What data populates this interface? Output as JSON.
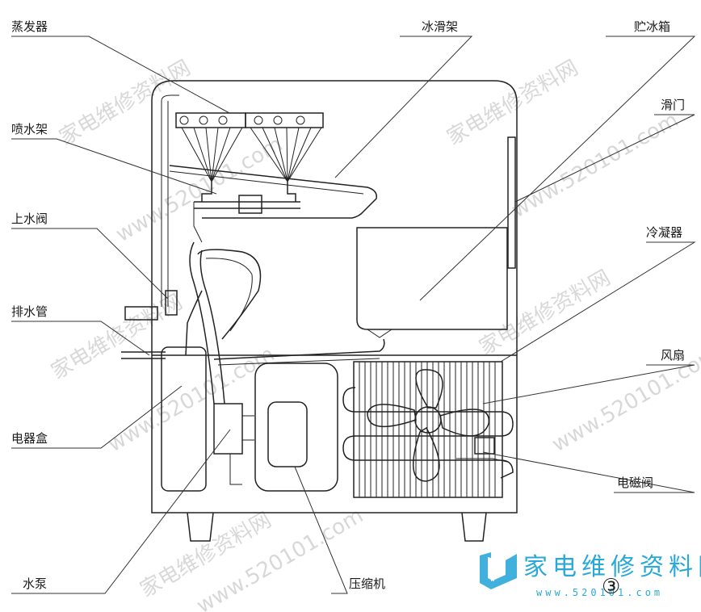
{
  "labels": {
    "evaporator": "蒸发器",
    "ice_slide": "冰滑架",
    "ice_bin": "贮冰箱",
    "spray_rack": "喷水架",
    "sliding_door": "滑门",
    "inlet_valve": "上水阀",
    "condenser": "冷凝器",
    "drain_pipe": "排水管",
    "fan": "风扇",
    "electrical_box": "电器盒",
    "solenoid_valve": "电磁阀",
    "water_pump": "水泵",
    "compressor": "压缩机"
  },
  "figure_number": "③",
  "watermark": {
    "text": "家电维修资料网",
    "url": "www.520101.com"
  },
  "logo": {
    "text": "家电维修资料网",
    "url": "www.520101.com"
  },
  "colors": {
    "logo": "#2aa9d8",
    "watermark": "#d8d8d8",
    "line": "#222222"
  }
}
